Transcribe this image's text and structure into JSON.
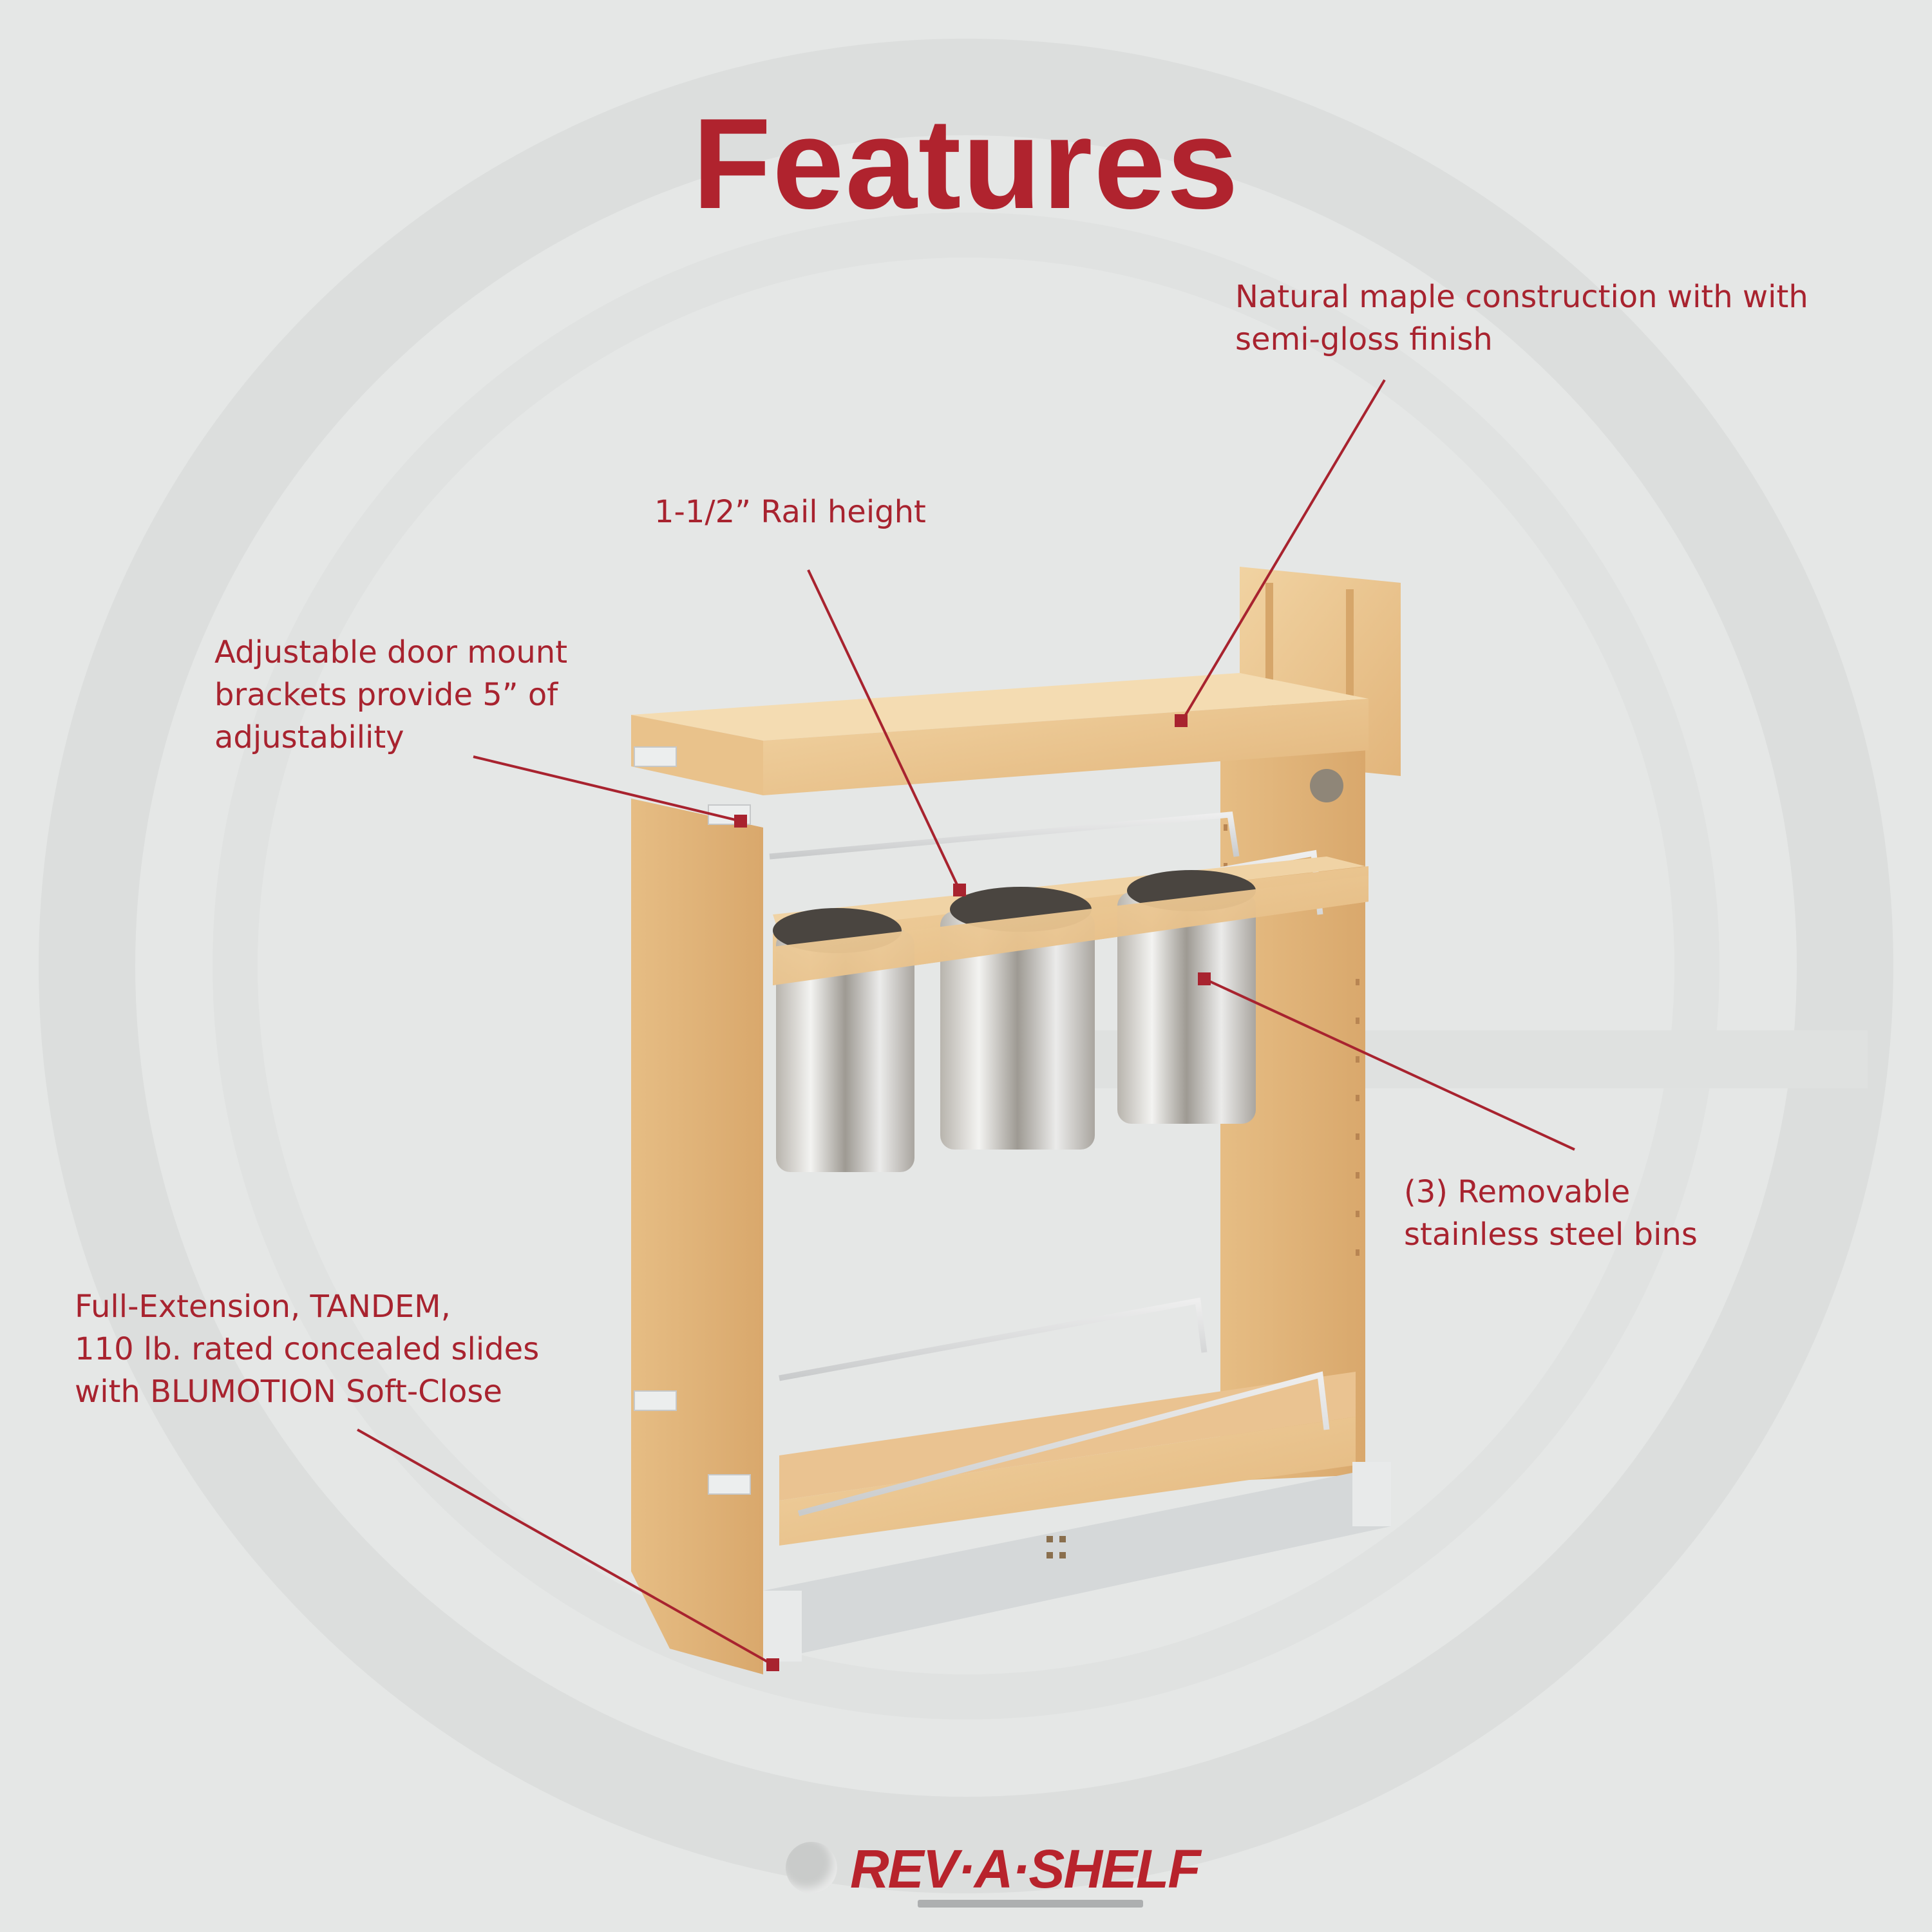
{
  "title": "Features",
  "colors": {
    "accent": "#a8232f",
    "title": "#b0232e",
    "background": "#e5e7e6",
    "wood": "#e8c28c",
    "steel": "#cfd2d3"
  },
  "callouts": [
    {
      "id": "maple",
      "lines": [
        "Natural maple construction with with",
        "semi-gloss finish"
      ]
    },
    {
      "id": "rail",
      "lines": [
        "1-1/2” Rail height"
      ]
    },
    {
      "id": "brackets",
      "lines": [
        "Adjustable door mount",
        "brackets provide 5” of",
        "adjustability"
      ]
    },
    {
      "id": "bins",
      "lines": [
        "(3) Removable",
        "stainless steel bins"
      ]
    },
    {
      "id": "slides",
      "lines": [
        "Full-Extension, TANDEM,",
        "110 lb. rated concealed slides",
        "with BLUMOTION Soft-Close"
      ]
    }
  ],
  "product": {
    "name": "pull-out cabinet organizer",
    "bins_count": 3
  },
  "logo": {
    "brand": "REV·A·SHELF"
  }
}
